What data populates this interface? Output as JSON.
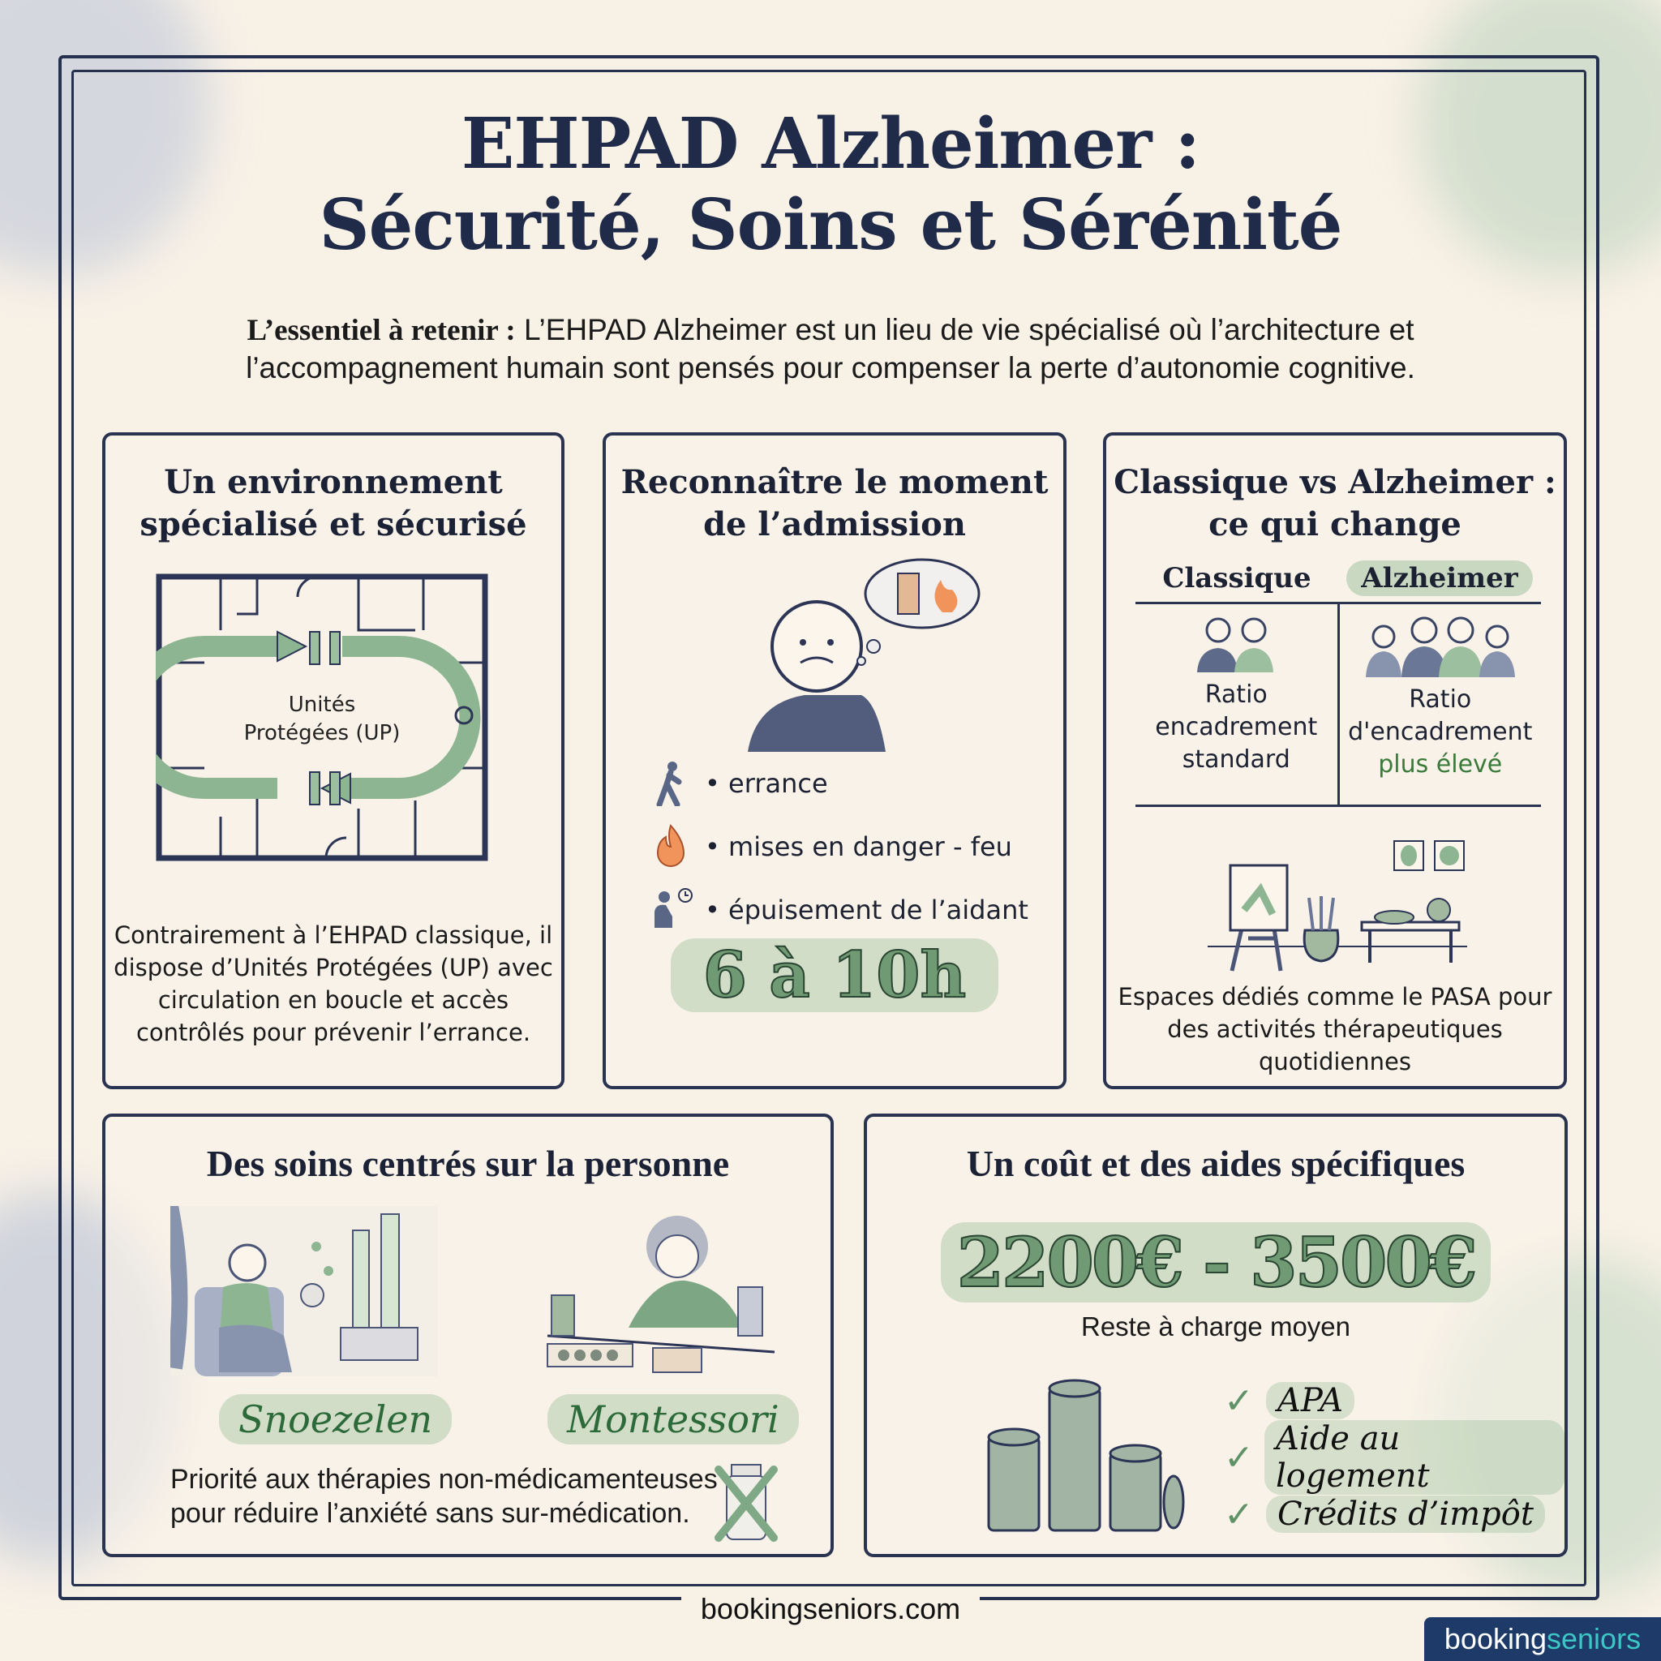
{
  "header": {
    "title_line1": "EHPAD Alzheimer :",
    "title_line2": "Sécurité, Soins et Sérénité",
    "intro_label": "L’essentiel à retenir :",
    "intro_text": " L’EHPAD Alzheimer est un lieu de vie spécialisé où l’architecture et l’accompagnement humain sont pensés pour compenser la perte d’autonomie cognitive."
  },
  "cards": {
    "environment": {
      "title_line1": "Un environnement",
      "title_line2": "spécialisé et sécurisé",
      "plan_label_line1": "Unités",
      "plan_label_line2": "Protégées (UP)",
      "body": "Contrairement à l’EHPAD classique, il dispose d’Unités Protégées (UP) avec circulation en boucle et accès contrôlés pour prévenir l’errance."
    },
    "admission": {
      "title_line1": "Reconnaître le moment",
      "title_line2": "de l’admission",
      "symptoms": [
        {
          "icon": "walking-person-icon",
          "label": "• errance"
        },
        {
          "icon": "fire-icon",
          "label": "• mises en danger - feu"
        },
        {
          "icon": "exhausted-caregiver-icon",
          "label": "• épuisement de l’aidant"
        }
      ],
      "highlight": "6 à 10h"
    },
    "comparison": {
      "title_line1": "Classique vs Alzheimer :",
      "title_line2": "ce qui change",
      "col_classic": "Classique",
      "col_alzheimer": "Alzheimer",
      "classic_line1": "Ratio",
      "classic_line2": "encadrement",
      "classic_line3": "standard",
      "alz_line1": "Ratio",
      "alz_line2": "d'encadrement",
      "alz_line3": "plus élevé",
      "body": "Espaces dédiés comme le PASA pour des activités thérapeutiques quotidiennes"
    },
    "care": {
      "title": "Des soins centrés sur la personne",
      "therapy1": "Snoezelen",
      "therapy2": "Montessori",
      "body_line1": "Priorité aux thérapies non-médicamenteuses",
      "body_line2": "pour réduire l’anxiété sans sur-médication."
    },
    "cost": {
      "title": "Un coût et des aides spécifiques",
      "price": "2200€ - 3500€",
      "price_caption": "Reste à charge moyen",
      "aids": [
        "APA",
        "Aide au logement",
        "Crédits d’impôt"
      ],
      "check_glyph": "✓"
    }
  },
  "footer": {
    "url": "bookingseniors.com",
    "brand_part1": "booking",
    "brand_part2": "seniors"
  },
  "colors": {
    "navy": "#1f2b48",
    "sage": "#6f9a73",
    "background": "#f8f1e6",
    "brand_bg": "#1d3a68",
    "brand_teal": "#3cc6c6"
  }
}
